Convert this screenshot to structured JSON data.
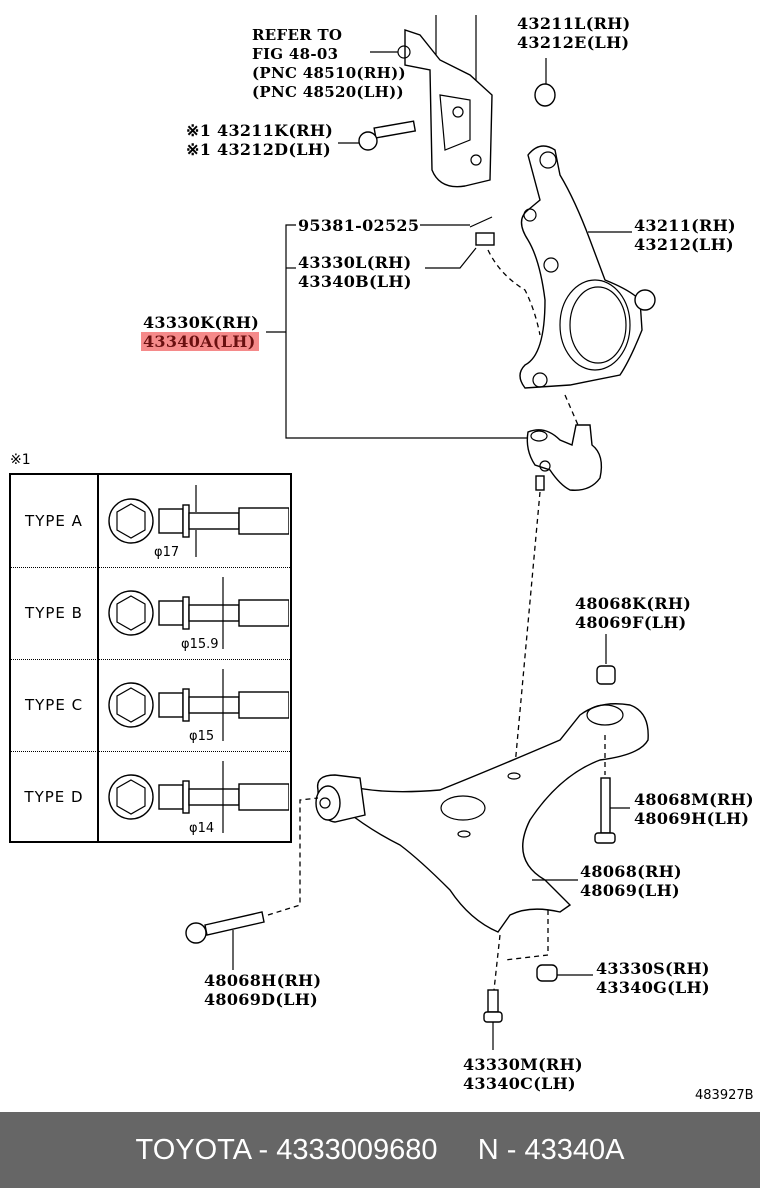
{
  "labels": {
    "refer": [
      "REFER TO",
      "FIG 48-03",
      "(PNC 48510(RH))",
      "(PNC 48520(LH))"
    ],
    "bushing": [
      "43211L(RH)",
      "43212E(LH)"
    ],
    "bolt_k": [
      "※1 43211K(RH)",
      "※1 43212D(LH)"
    ],
    "cotter_pin": "95381-02525",
    "nut_l": [
      "43330L(RH)",
      "43340B(LH)"
    ],
    "knuckle": [
      "43211(RH)",
      "43212(LH)"
    ],
    "ball_joint_rh": "43330K(RH)",
    "ball_joint_lh": "43340A(LH)",
    "nut_k": [
      "48068K(RH)",
      "48069F(LH)"
    ],
    "bolt_m": [
      "48068M(RH)",
      "48069H(LH)"
    ],
    "arm": [
      "48068(RH)",
      "48069(LH)"
    ],
    "bolt_h": [
      "48068H(RH)",
      "48069D(LH)"
    ],
    "nut_s": [
      "43330S(RH)",
      "43340G(LH)"
    ],
    "bolt_330m": [
      "43330M(RH)",
      "43340C(LH)"
    ]
  },
  "type_table": {
    "note": "※1",
    "rows": [
      {
        "name": "TYPE A",
        "diameter": "φ17"
      },
      {
        "name": "TYPE B",
        "diameter": "φ15.9"
      },
      {
        "name": "TYPE C",
        "diameter": "φ15"
      },
      {
        "name": "TYPE D",
        "diameter": "φ14"
      }
    ]
  },
  "highlight_color": "#f58a8a",
  "figure_number": "483927B",
  "footer": {
    "brand": "TOYOTA",
    "part_number": "4333009680",
    "pnc_prefix": "N",
    "pnc": "43340A",
    "text": "TOYOTA - 4333009680     N - 43340A"
  }
}
